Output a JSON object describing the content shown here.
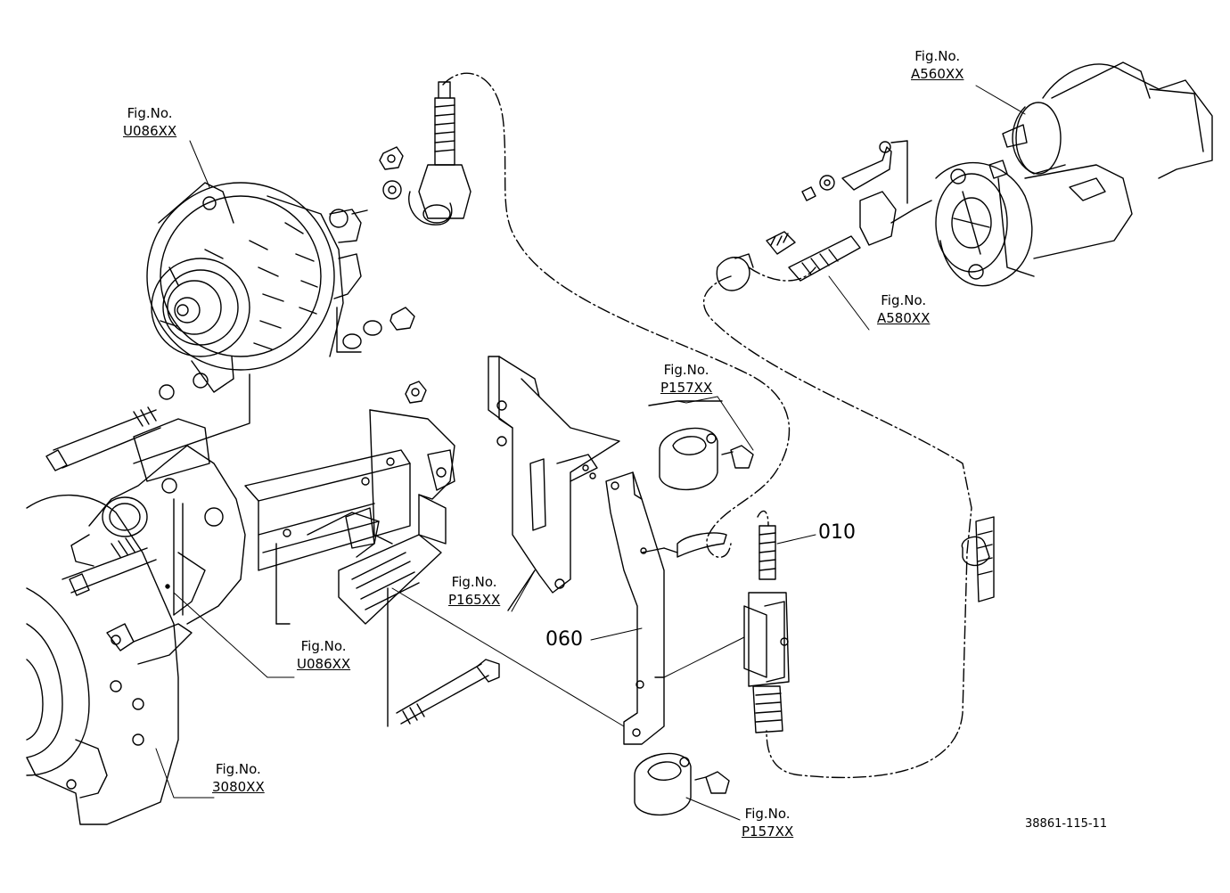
{
  "callouts": {
    "alternator": {
      "fig": "Fig.No.",
      "num": "U086XX"
    },
    "bracket": {
      "fig": "Fig.No.",
      "num": "U086XX"
    },
    "gearcase": {
      "fig": "Fig.No.",
      "num": "3080XX"
    },
    "starter": {
      "fig": "Fig.No.",
      "num": "A560XX"
    },
    "solenoid": {
      "fig": "Fig.No.",
      "num": "A580XX"
    },
    "clamp_upper": {
      "fig": "Fig.No.",
      "num": "P157XX"
    },
    "clamp_lower": {
      "fig": "Fig.No.",
      "num": "P157XX"
    },
    "plate": {
      "fig": "Fig.No.",
      "num": "P165XX"
    }
  },
  "parts": {
    "p010": "010",
    "p060": "060"
  },
  "diagram_code": "38861-115-11"
}
